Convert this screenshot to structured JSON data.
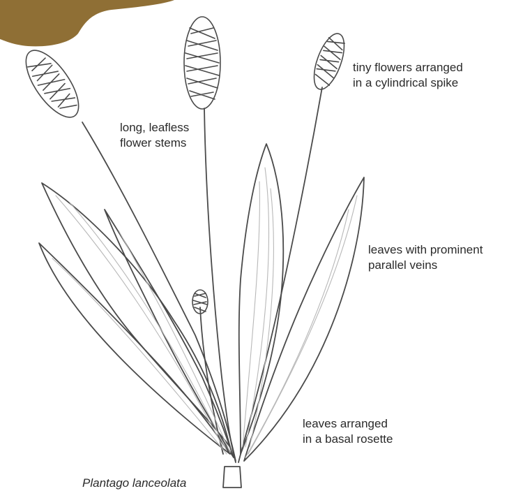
{
  "annotations": {
    "flower_spike": [
      "tiny flowers arranged",
      "in a cylindrical spike"
    ],
    "flower_stems": [
      "long, leafless",
      "flower stems"
    ],
    "leaf_veins": [
      "leaves with prominent",
      "parallel veins"
    ],
    "rosette": [
      "leaves arranged",
      "in a basal rosette"
    ]
  },
  "caption": "Plantago lanceolata",
  "colors": {
    "corner_blob": "#8f6f35",
    "outline": "#4a4a4a",
    "vein": "#b8b8b8"
  }
}
